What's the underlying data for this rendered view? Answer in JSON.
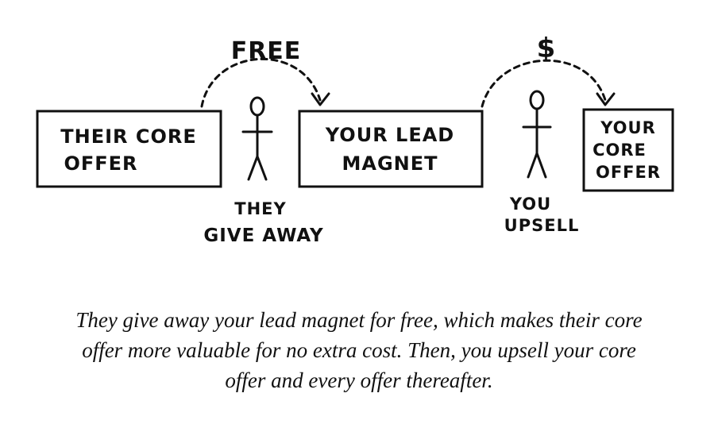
{
  "colors": {
    "ink": "#111111",
    "background": "#ffffff"
  },
  "boxes": {
    "their_core_offer": [
      "THEIR CORE",
      "OFFER"
    ],
    "your_lead_magnet": [
      "YOUR LEAD",
      "MAGNET"
    ],
    "your_core_offer": [
      "YOUR",
      "CORE",
      "OFFER"
    ]
  },
  "arrows": {
    "free_label": "FREE",
    "dollar_label": "$"
  },
  "figures": {
    "they_give_away": [
      "THEY",
      "GIVE AWAY"
    ],
    "you_upsell": [
      "YOU",
      "UPSELL"
    ]
  },
  "caption": [
    "They give away your lead magnet for free, which makes their core",
    "offer more valuable for no extra cost. Then, you upsell your core",
    "offer and every offer thereafter."
  ]
}
